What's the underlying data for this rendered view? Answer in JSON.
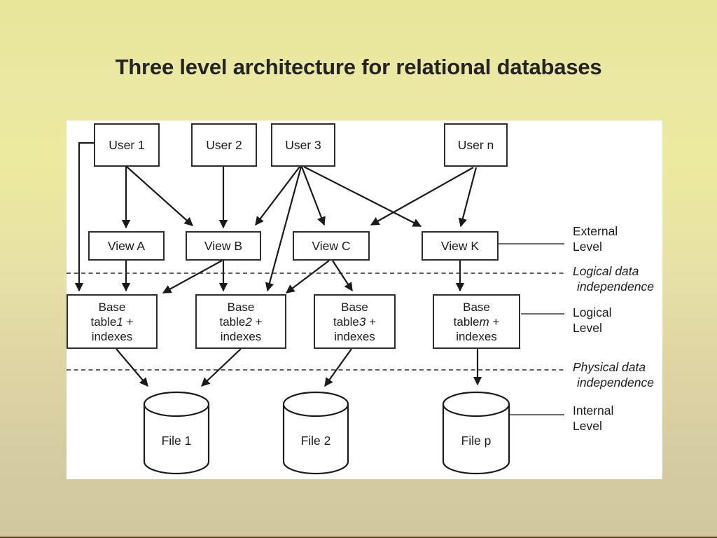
{
  "slide": {
    "title": "Three level architecture for relational databases"
  },
  "diagram": {
    "users": [
      {
        "label": "User 1"
      },
      {
        "label": "User 2"
      },
      {
        "label": "User 3"
      },
      {
        "label": "User n"
      }
    ],
    "views": [
      {
        "label": "View A"
      },
      {
        "label": "View B"
      },
      {
        "label": "View C"
      },
      {
        "label": "View K"
      }
    ],
    "base_tables": [
      {
        "line1": "Base",
        "prefix": "table",
        "num": "1",
        "suffix": " +",
        "line3": "indexes"
      },
      {
        "line1": "Base",
        "prefix": "table",
        "num": "2",
        "suffix": " +",
        "line3": "indexes"
      },
      {
        "line1": "Base",
        "prefix": "table",
        "num": "3",
        "suffix": " +",
        "line3": "indexes"
      },
      {
        "line1": "Base",
        "prefix": "table",
        "num": "m",
        "suffix": " +",
        "line3": "indexes"
      }
    ],
    "files": [
      {
        "label": "File 1"
      },
      {
        "label": "File 2"
      },
      {
        "label": "File p"
      }
    ],
    "level_labels": [
      {
        "line1": "External",
        "line2": "Level"
      },
      {
        "line1": "Logical data",
        "line2": "independence"
      },
      {
        "line1": "Logical",
        "line2": "Level"
      },
      {
        "line1": "Physical data",
        "line2": "independence"
      },
      {
        "line1": "Internal",
        "line2": "Level"
      }
    ],
    "colors": {
      "line": "#1a1a1a",
      "panel": "#ffffff",
      "title_text": "#242424",
      "background_top": "#e8e699",
      "background_bottom": "#d2c89f"
    }
  }
}
